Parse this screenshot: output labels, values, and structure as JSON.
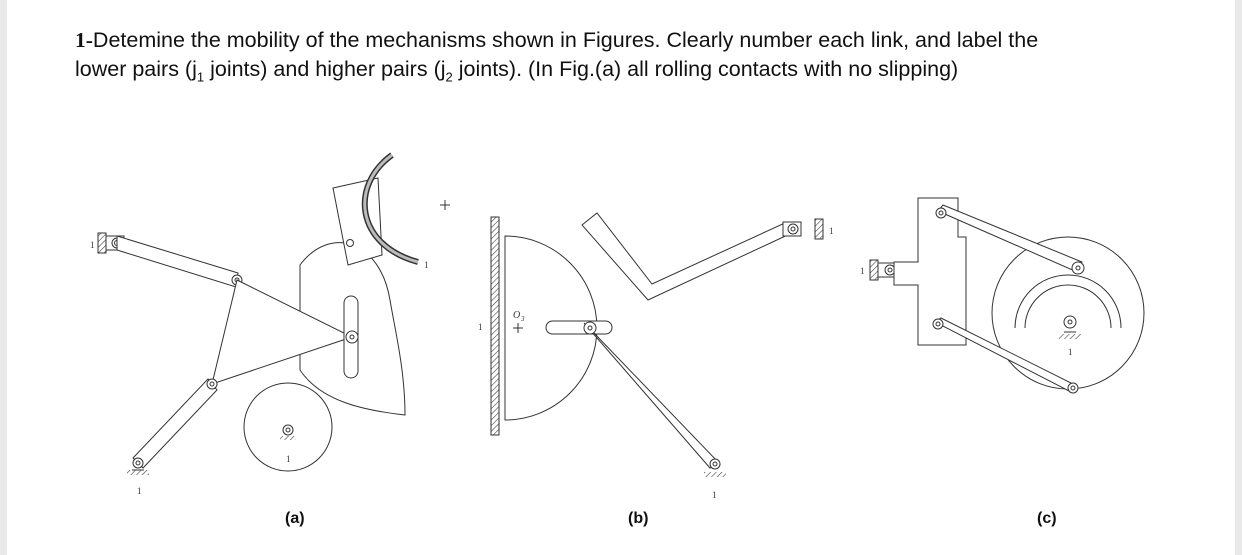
{
  "question": {
    "number": "1-",
    "line1": "Detemine  the mobility of the mechanisms shown in Figures. Clearly number each link, and label the",
    "line2_a": "lower pairs (j",
    "line2_sub1": "1",
    "line2_b": " joints) and higher pairs (j",
    "line2_sub2": "2",
    "line2_c": " joints). (In Fig.(a) all rolling contacts with no slipping)"
  },
  "figures": {
    "a": {
      "caption": "(a)",
      "ground_labels": [
        "1",
        "1",
        "1",
        "1"
      ]
    },
    "b": {
      "caption": "(b)",
      "ground_labels": [
        "1",
        "1",
        "1"
      ],
      "center_label": "O",
      "center_sub": "3"
    },
    "c": {
      "caption": "(c)",
      "ground_labels": [
        "1",
        "1"
      ]
    }
  }
}
